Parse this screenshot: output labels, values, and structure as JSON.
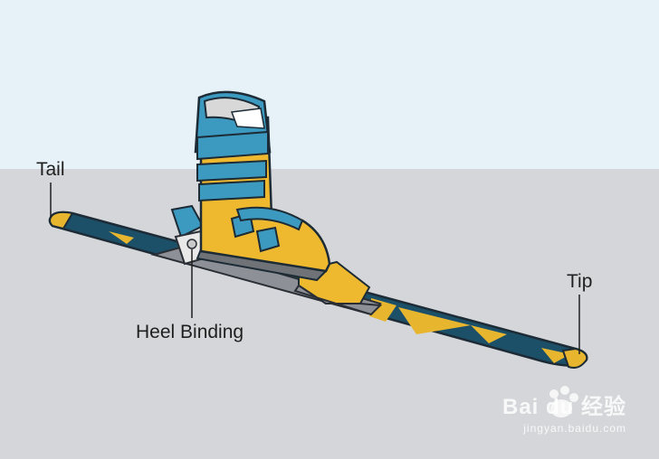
{
  "labels": {
    "tail": "Tail",
    "tip": "Tip",
    "heel_binding": "Heel Binding"
  },
  "watermark": {
    "brand": "Bai du 经验",
    "url": "jingyan.baidu.com"
  },
  "colors": {
    "sky": "#e6f1f8",
    "floor": "#d5d6d9",
    "ski_blue": "#1c4f68",
    "ski_yellow": "#e7b62e",
    "boot_yellow": "#efb92f",
    "boot_blue": "#3c99c0",
    "binding_gray": "#8d9096"
  }
}
